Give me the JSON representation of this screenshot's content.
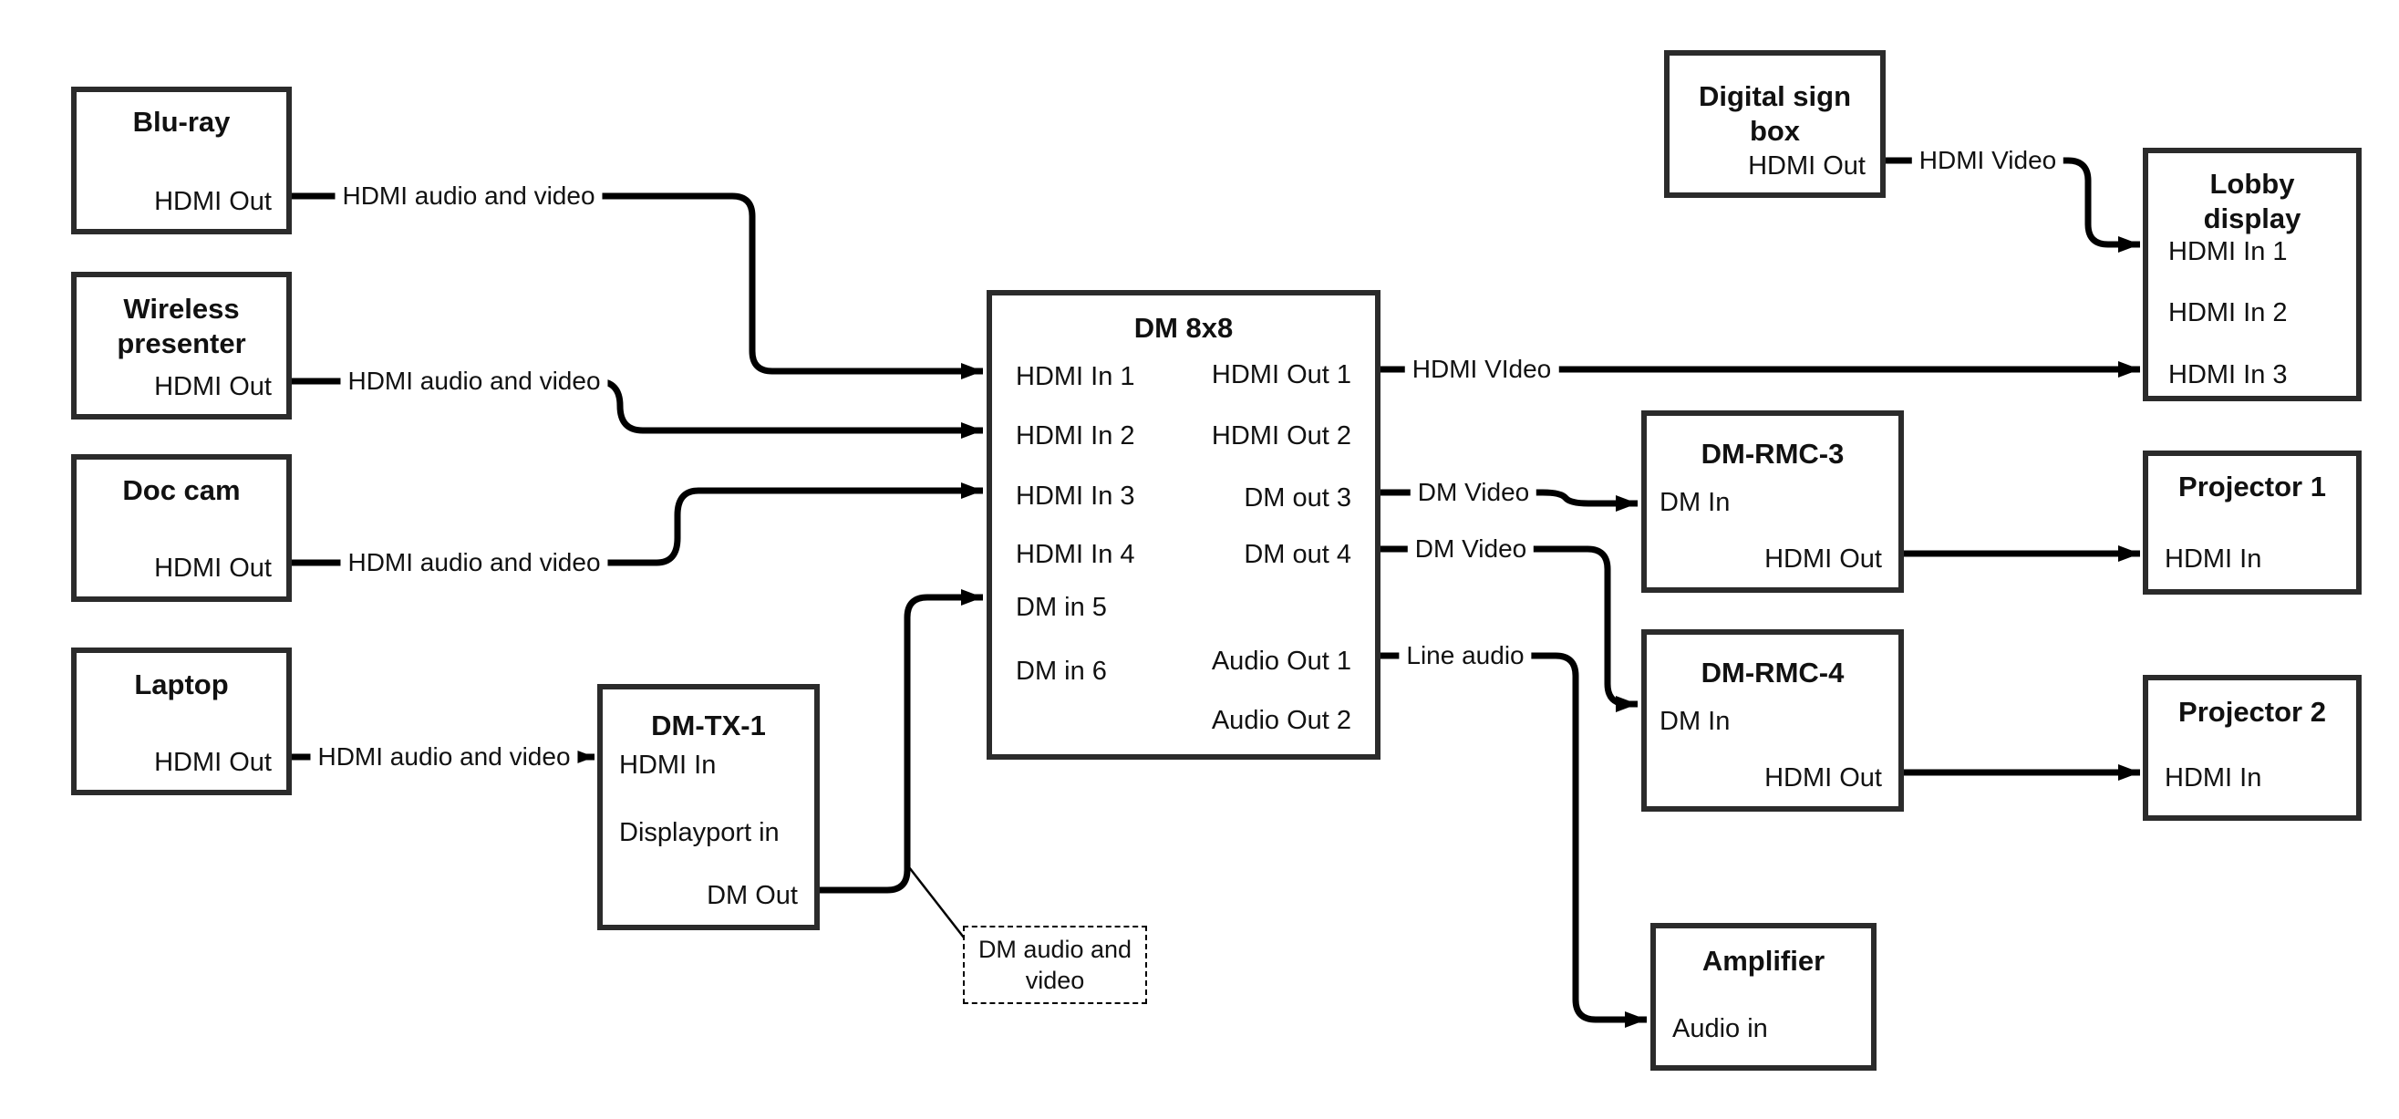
{
  "colors": {
    "background": "#ffffff",
    "wire": "#000000",
    "box_border": "#2b2b2b",
    "text": "#111111"
  },
  "nodes": [
    {
      "id": "bluray",
      "title": "Blu-ray",
      "ports": [
        "HDMI Out"
      ]
    },
    {
      "id": "wireless",
      "title": "Wireless presenter",
      "ports": [
        "HDMI Out"
      ]
    },
    {
      "id": "doccam",
      "title": "Doc cam",
      "ports": [
        "HDMI Out"
      ]
    },
    {
      "id": "laptop",
      "title": "Laptop",
      "ports": [
        "HDMI Out"
      ]
    },
    {
      "id": "dmtx1",
      "title": "DM-TX-1",
      "ports": [
        "HDMI In",
        "Displayport in",
        "DM Out"
      ]
    },
    {
      "id": "dm8x8",
      "title": "DM 8x8",
      "ports": [
        "HDMI In 1",
        "HDMI In 2",
        "HDMI In 3",
        "HDMI In 4",
        "DM in 5",
        "DM in 6",
        "HDMI Out 1",
        "HDMI Out 2",
        "DM out 3",
        "DM out 4",
        "Audio Out 1",
        "Audio Out 2"
      ]
    },
    {
      "id": "digitalsign",
      "title": "Digital sign box",
      "ports": [
        "HDMI Out"
      ]
    },
    {
      "id": "lobby",
      "title": "Lobby display",
      "ports": [
        "HDMI In 1",
        "HDMI In 2",
        "HDMI In 3"
      ]
    },
    {
      "id": "dmrmc3",
      "title": "DM-RMC-3",
      "ports": [
        "DM In",
        "HDMI Out"
      ]
    },
    {
      "id": "proj1",
      "title": "Projector 1",
      "ports": [
        "HDMI In"
      ]
    },
    {
      "id": "dmrmc4",
      "title": "DM-RMC-4",
      "ports": [
        "DM In",
        "HDMI Out"
      ]
    },
    {
      "id": "proj2",
      "title": "Projector 2",
      "ports": [
        "HDMI In"
      ]
    },
    {
      "id": "amp",
      "title": "Amplifier",
      "ports": [
        "Audio in"
      ]
    }
  ],
  "wire_labels": [
    {
      "text": "HDMI audio and video"
    },
    {
      "text": "HDMI audio and video"
    },
    {
      "text": "HDMI audio and video"
    },
    {
      "text": "HDMI audio and video"
    },
    {
      "text": "HDMI VIdeo"
    },
    {
      "text": "DM Video"
    },
    {
      "text": "DM Video"
    },
    {
      "text": "Line audio"
    },
    {
      "text": "HDMI Video"
    }
  ],
  "note": {
    "text": "DM audio and video"
  },
  "connections": [
    {
      "from": "Blu-ray",
      "from_port": "HDMI Out",
      "to": "DM 8x8",
      "to_port": "HDMI In 1",
      "label": "HDMI audio and video"
    },
    {
      "from": "Wireless presenter",
      "from_port": "HDMI Out",
      "to": "DM 8x8",
      "to_port": "HDMI In 2",
      "label": "HDMI audio and video"
    },
    {
      "from": "Doc cam",
      "from_port": "HDMI Out",
      "to": "DM 8x8",
      "to_port": "HDMI In 3",
      "label": "HDMI audio and video"
    },
    {
      "from": "Laptop",
      "from_port": "HDMI Out",
      "to": "DM-TX-1",
      "to_port": "HDMI In",
      "label": "HDMI audio and video"
    },
    {
      "from": "DM-TX-1",
      "from_port": "DM Out",
      "to": "DM 8x8",
      "to_port": "DM in 5",
      "label": "DM audio and video"
    },
    {
      "from": "DM 8x8",
      "from_port": "HDMI Out 1",
      "to": "Lobby display",
      "to_port": "HDMI In 3",
      "label": "HDMI VIdeo"
    },
    {
      "from": "DM 8x8",
      "from_port": "DM out 3",
      "to": "DM-RMC-3",
      "to_port": "DM In",
      "label": "DM Video"
    },
    {
      "from": "DM 8x8",
      "from_port": "DM out 4",
      "to": "DM-RMC-4",
      "to_port": "DM In",
      "label": "DM Video"
    },
    {
      "from": "DM 8x8",
      "from_port": "Audio Out 1",
      "to": "Amplifier",
      "to_port": "Audio in",
      "label": "Line audio"
    },
    {
      "from": "Digital sign box",
      "from_port": "HDMI Out",
      "to": "Lobby display",
      "to_port": "HDMI In 1",
      "label": "HDMI Video"
    },
    {
      "from": "DM-RMC-3",
      "from_port": "HDMI Out",
      "to": "Projector 1",
      "to_port": "HDMI In",
      "label": ""
    },
    {
      "from": "DM-RMC-4",
      "from_port": "HDMI Out",
      "to": "Projector 2",
      "to_port": "HDMI In",
      "label": ""
    }
  ]
}
